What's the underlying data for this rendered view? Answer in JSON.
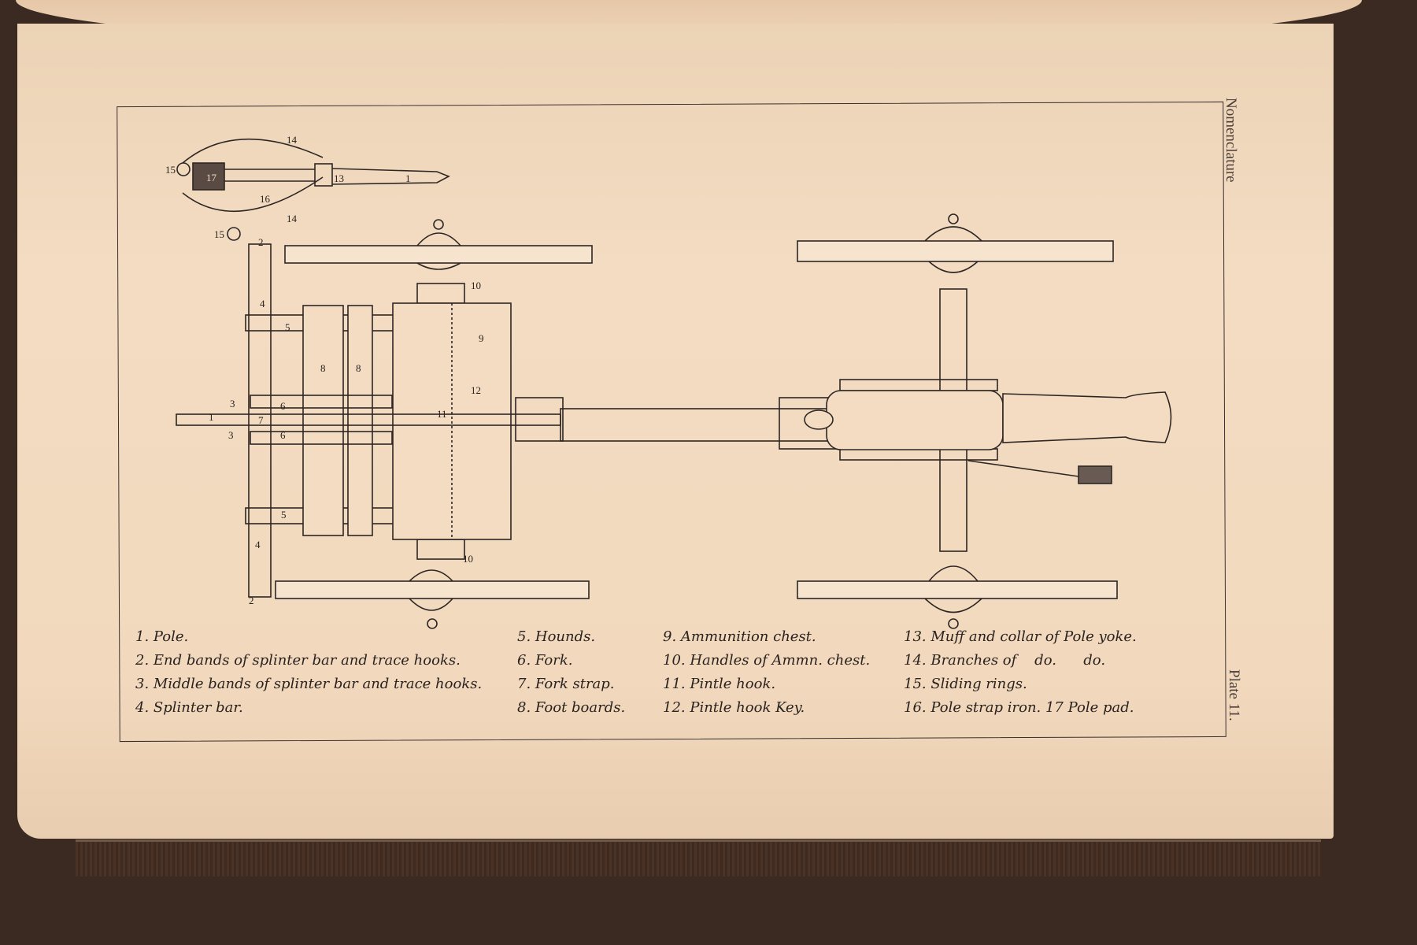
{
  "plate": {
    "side_title": "Nomenclature",
    "plate_number": "Plate 11."
  },
  "legend": {
    "col1": [
      "1. Pole.",
      "2. End bands of splinter bar and trace hooks.",
      "3. Middle bands of splinter bar and trace hooks.",
      "4. Splinter bar."
    ],
    "col2": [
      "5. Hounds.",
      "6. Fork.",
      "7. Fork strap.",
      "8. Foot boards."
    ],
    "col3": [
      "9. Ammunition chest.",
      "10. Handles of Ammn. chest.",
      "11. Pintle hook.",
      "12. Pintle hook Key."
    ],
    "col4": [
      "13. Muff and collar of Pole yoke.",
      "14. Branches of    do.      do.",
      "15. Sliding rings.",
      "16. Pole strap iron. 17 Pole pad."
    ]
  },
  "diagram_labels": [
    "1",
    "2",
    "2",
    "3",
    "3",
    "4",
    "4",
    "5",
    "5",
    "6",
    "6",
    "7",
    "8",
    "8",
    "9",
    "10",
    "10",
    "11",
    "12",
    "13",
    "14",
    "14",
    "15",
    "15",
    "16",
    "17",
    "1"
  ]
}
